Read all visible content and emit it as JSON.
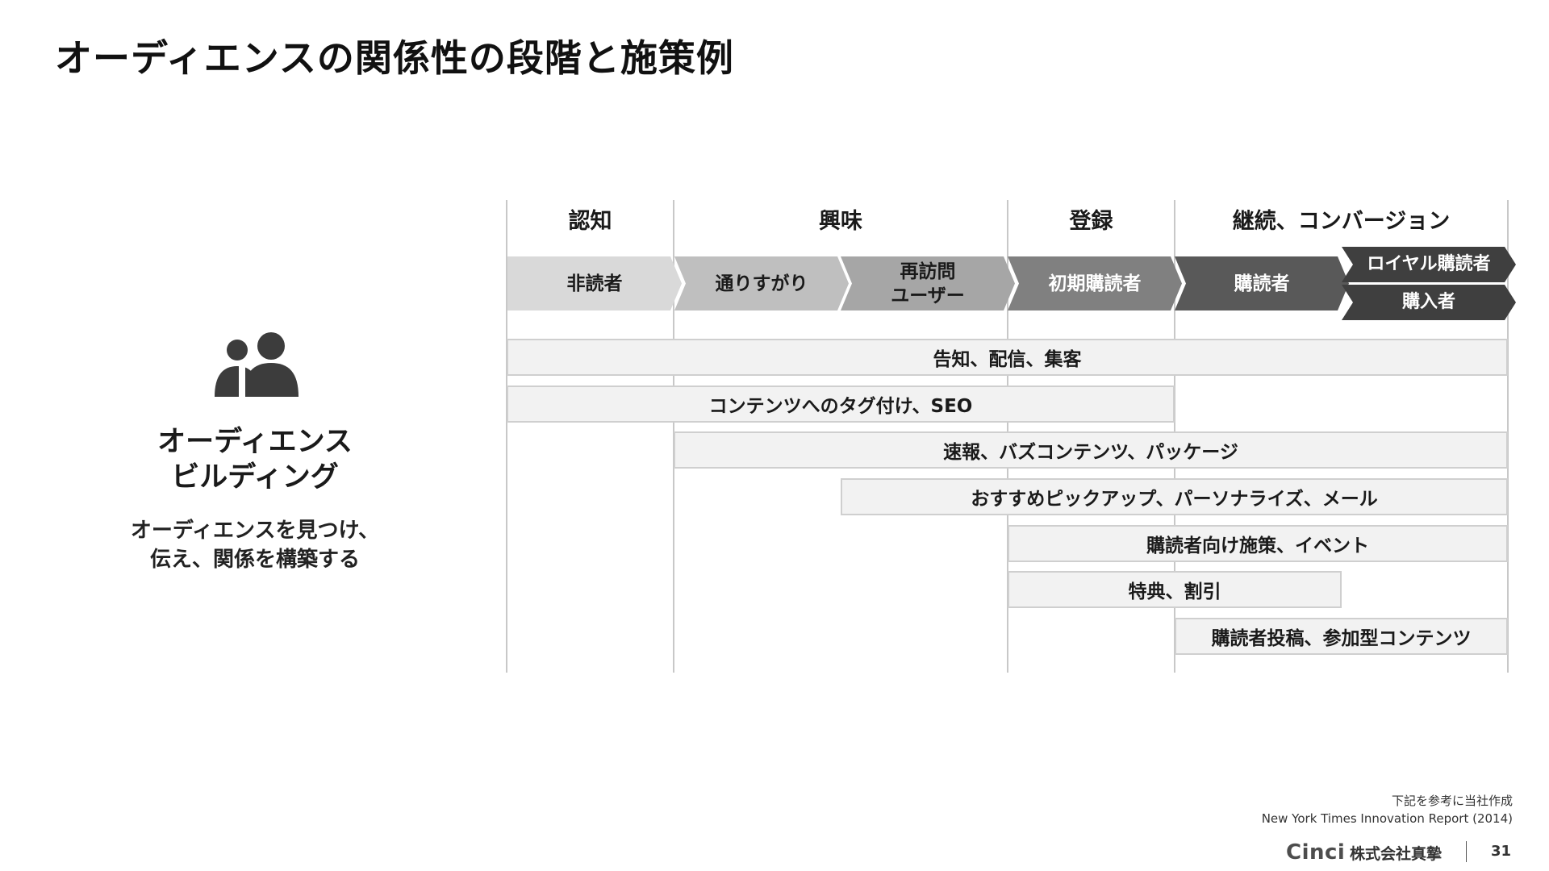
{
  "title": "オーディエンスの関係性の段階と施策例",
  "left": {
    "icon": "people-icon",
    "heading_line1": "オーディエンス",
    "heading_line2": "ビルディング",
    "desc_line1": "オーディエンスを見つけ、",
    "desc_line2": "伝え、関係を構築する"
  },
  "stages": [
    {
      "label": "認知"
    },
    {
      "label": "興味"
    },
    {
      "label": "登録"
    },
    {
      "label": "継続、コンバージョン"
    }
  ],
  "chevrons": [
    {
      "line1": "非読者",
      "line2": "",
      "fill": "#d9d9d9",
      "text_color": "#1a1a1a"
    },
    {
      "line1": "通りすがり",
      "line2": "",
      "fill": "#bfbfbf",
      "text_color": "#1a1a1a"
    },
    {
      "line1": "再訪問",
      "line2": "ユーザー",
      "fill": "#a6a6a6",
      "text_color": "#1a1a1a"
    },
    {
      "line1": "初期購読者",
      "line2": "",
      "fill": "#808080",
      "text_color": "#ffffff"
    },
    {
      "line1": "購読者",
      "line2": "",
      "fill": "#595959",
      "text_color": "#ffffff"
    },
    {
      "line1": "ロイヤル購読者",
      "line2": "",
      "fill": "#3f3f3f",
      "text_color": "#ffffff"
    },
    {
      "line1": "購入者",
      "line2": "",
      "fill": "#3f3f3f",
      "text_color": "#ffffff"
    }
  ],
  "measures": [
    {
      "label": "告知、配信、集客"
    },
    {
      "label": "コンテンツへのタグ付け、SEO"
    },
    {
      "label": "速報、バズコンテンツ、パッケージ"
    },
    {
      "label": "おすすめピックアップ、パーソナライズ、メール"
    },
    {
      "label": "購読者向け施策、イベント"
    },
    {
      "label": "特典、割引"
    },
    {
      "label": "購読者投稿、参加型コンテンツ"
    }
  ],
  "source_line1": "下記を参考に当社作成",
  "source_line2": "New York Times Innovation Report (2014)",
  "footer": {
    "logo": "Cinci",
    "company": "株式会社真摯",
    "page": "31"
  }
}
